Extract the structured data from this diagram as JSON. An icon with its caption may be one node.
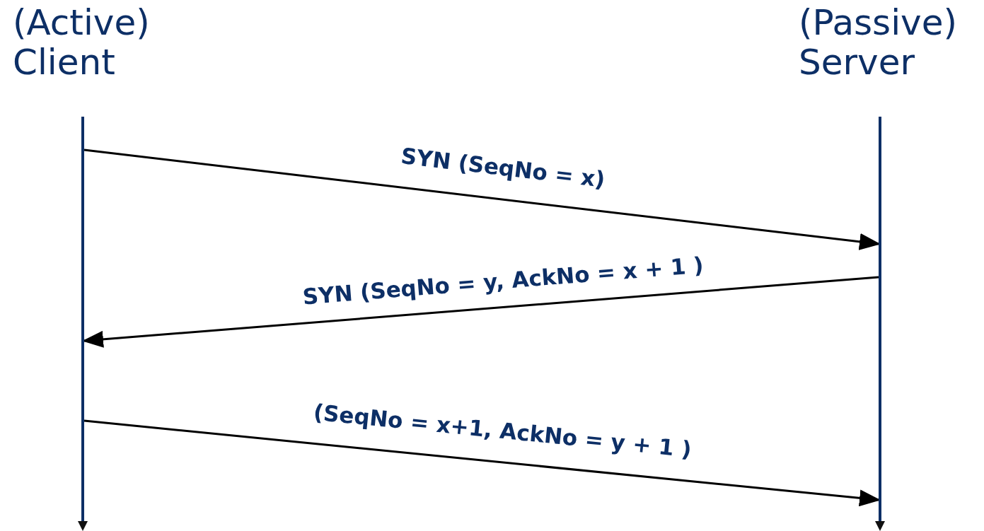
{
  "diagram": {
    "nodes": [
      {
        "text": [
          "(Active) Client"
        ]
      },
      {
        "text": [
          "(Passive) Server"
        ]
      }
    ],
    "edges": [
      {
        "from": 0,
        "to": 1,
        "arrow": "to",
        "label": "SYN (SeqNo = x)"
      },
      {
        "from": 1,
        "to": 0,
        "arrow": "to",
        "label": "SYN (SeqNo = y, AckNo = x + 1 )"
      },
      {
        "from": 0,
        "to": 1,
        "arrow": "to",
        "label": "(SeqNo = x+1, AckNo = y + 1 )"
      }
    ]
  }
}
